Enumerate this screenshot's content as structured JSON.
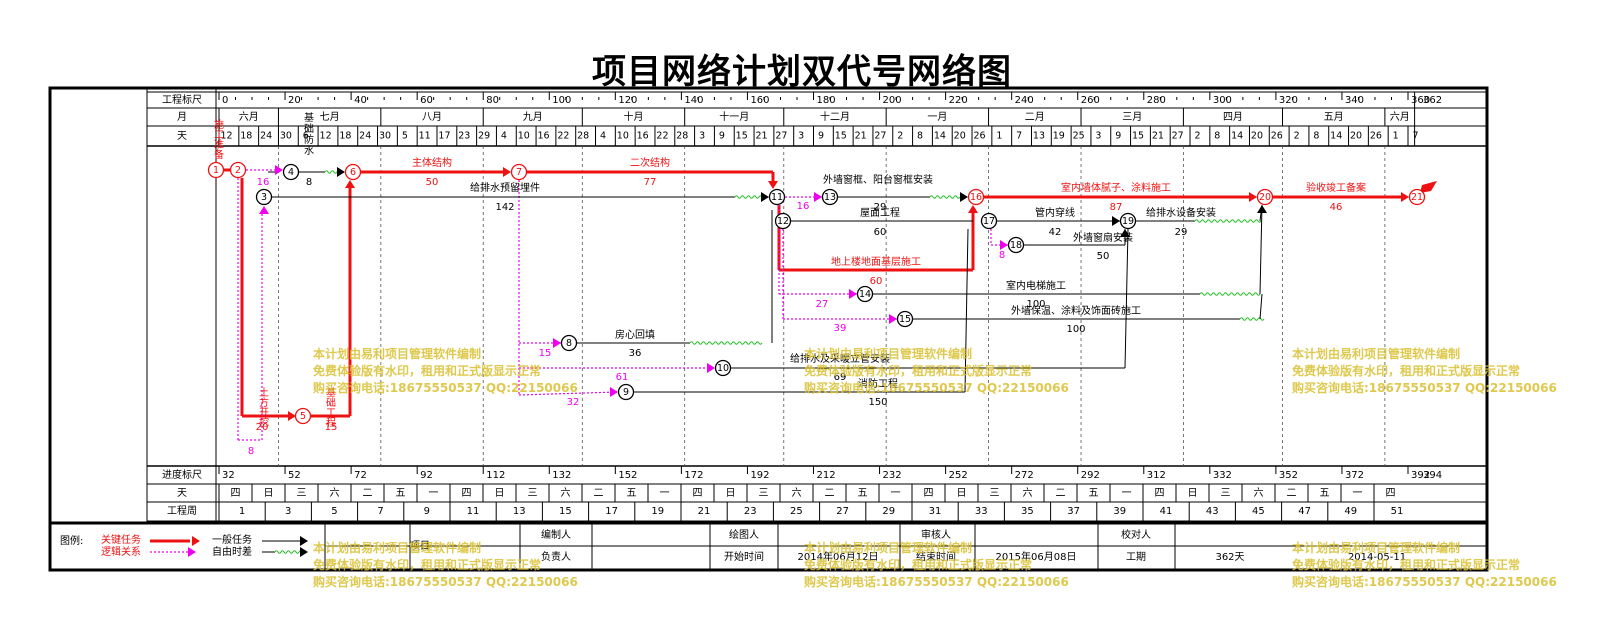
{
  "title": "项目网络计划双代号网络图",
  "scale_top": {
    "row_labels": [
      "工程标尺",
      "月",
      "天"
    ],
    "ticks": [
      "0",
      "20",
      "40",
      "60",
      "80",
      "100",
      "120",
      "140",
      "160",
      "180",
      "200",
      "220",
      "240",
      "260",
      "280",
      "300",
      "320",
      "340",
      "360"
    ],
    "end_tick": "362",
    "months": [
      "六月",
      "七月",
      "八月",
      "九月",
      "十月",
      "十一月",
      "十二月",
      "一月",
      "二月",
      "三月",
      "四月",
      "五月",
      "六月"
    ],
    "days": [
      "12",
      "18",
      "24",
      "30",
      "6",
      "12",
      "18",
      "24",
      "30",
      "5",
      "11",
      "17",
      "23",
      "29",
      "4",
      "10",
      "16",
      "22",
      "28",
      "4",
      "10",
      "16",
      "22",
      "28",
      "3",
      "9",
      "15",
      "21",
      "27",
      "3",
      "9",
      "15",
      "21",
      "27",
      "2",
      "8",
      "14",
      "20",
      "26",
      "1",
      "7",
      "13",
      "19",
      "25",
      "3",
      "9",
      "15",
      "21",
      "27",
      "2",
      "8",
      "14",
      "20",
      "26",
      "2",
      "8",
      "14",
      "20",
      "26",
      "1",
      "7"
    ]
  },
  "scale_bottom": {
    "row_labels": [
      "进度标尺",
      "天",
      "工程周"
    ],
    "ticks": [
      "32",
      "52",
      "72",
      "92",
      "112",
      "132",
      "152",
      "172",
      "192",
      "212",
      "232",
      "252",
      "272",
      "292",
      "312",
      "332",
      "352",
      "372",
      "392"
    ],
    "end_tick": "394",
    "weekdays": [
      "四",
      "日",
      "三",
      "六",
      "二",
      "五",
      "一",
      "四",
      "日",
      "三",
      "六",
      "二",
      "五",
      "一",
      "四",
      "日",
      "三",
      "六",
      "二",
      "五",
      "一",
      "四",
      "日",
      "三",
      "六",
      "二",
      "五",
      "一",
      "四",
      "日",
      "三",
      "六",
      "二",
      "五",
      "一",
      "四"
    ],
    "weeks": [
      "1",
      "3",
      "5",
      "7",
      "9",
      "11",
      "13",
      "15",
      "17",
      "19",
      "21",
      "23",
      "25",
      "27",
      "29",
      "31",
      "33",
      "35",
      "37",
      "39",
      "41",
      "43",
      "45",
      "47",
      "49",
      "51"
    ]
  },
  "nodes": [
    "1",
    "2",
    "3",
    "4",
    "5",
    "6",
    "7",
    "8",
    "9",
    "10",
    "11",
    "12",
    "13",
    "14",
    "15",
    "16",
    "17",
    "18",
    "19",
    "20",
    "21"
  ],
  "tasks": [
    {
      "name": "施工准备",
      "duration": ""
    },
    {
      "name": "主体结构",
      "duration": "50"
    },
    {
      "name": "二次结构",
      "duration": "77"
    },
    {
      "name": "给排水预留埋件",
      "duration": "142"
    },
    {
      "name": "基础防水",
      "duration": "8"
    },
    {
      "name": "土方开挖",
      "duration": "20"
    },
    {
      "name": "基础工程",
      "duration": "15"
    },
    {
      "name": "外墙窗框、阳台窗框安装",
      "duration": "29"
    },
    {
      "name": "屋面工程",
      "duration": "60"
    },
    {
      "name": "地上楼地面基层施工",
      "duration": "60"
    },
    {
      "name": "室内墙体腻子、涂料施工",
      "duration": "87"
    },
    {
      "name": "验收竣工备案",
      "duration": "46"
    },
    {
      "name": "管内穿线",
      "duration": "42"
    },
    {
      "name": "给排水设备安装",
      "duration": "29"
    },
    {
      "name": "外墙窗扇安装",
      "duration": "50"
    },
    {
      "name": "室内电梯施工",
      "duration": "100"
    },
    {
      "name": "外墙保温、涂料及饰面砖施工",
      "duration": "100"
    },
    {
      "name": "房心回填",
      "duration": "36"
    },
    {
      "name": "给排水及采暖立管安装",
      "duration": "69"
    },
    {
      "name": "消防工程",
      "duration": "150"
    }
  ],
  "free_floats": [
    "16",
    "8",
    "16",
    "27",
    "39",
    "15",
    "61",
    "32",
    "8"
  ],
  "legend": {
    "label": "图例:",
    "critical": "关键任务",
    "logic": "逻辑关系",
    "normal": "一般任务",
    "free_float": "自由时差",
    "critical_color": "#ee1111",
    "float_color": "#ee00ee"
  },
  "info": {
    "project_label": "项目",
    "editor_label": "编制人",
    "drawer_label": "绘图人",
    "reviewer_label": "审核人",
    "checker_label": "校对人",
    "manager_label": "负责人",
    "start_label": "开始时间",
    "start_value": "2014年06月12日",
    "end_label": "结束时间",
    "end_value": "2015年06月08日",
    "duration_label": "工期",
    "duration_value": "362天",
    "date_value": "2014-05-11"
  },
  "watermark": {
    "line1": "本计划由易利项目管理软件编制",
    "line2": "免费体验版有水印，租用和正式版显示正常",
    "line3": "购买咨询电话:18675550537 QQ:22150066",
    "color": "#d9c030"
  }
}
